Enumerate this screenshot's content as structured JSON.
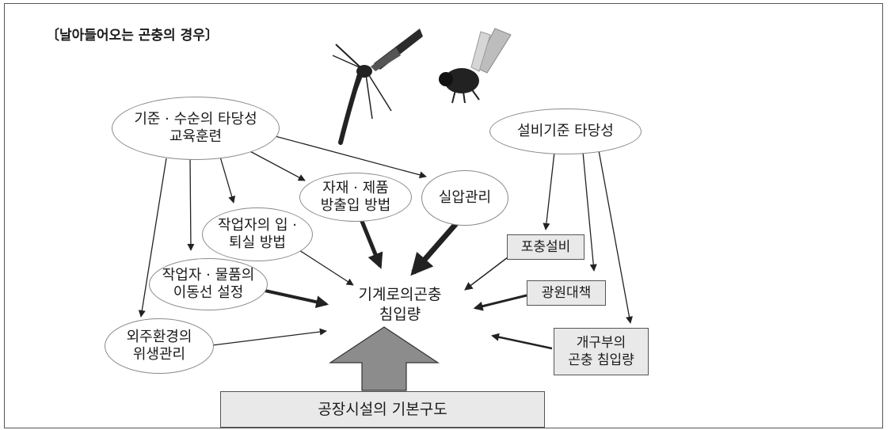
{
  "title": "〔날아들어오는 곤충의 경우〕",
  "nodes": {
    "standards": [
      "기준 · 수순의 타당성",
      "교육훈련"
    ],
    "facility_standards": "설비기준 타당성",
    "material_route": [
      "자재 · 제품",
      "방출입 방법"
    ],
    "room_pressure": "실압관리",
    "worker_entry": [
      "작업자의 입 ·",
      "퇴실 방법"
    ],
    "worker_flow": [
      "작업자 · 물품의",
      "이동선 설정"
    ],
    "exterior_hygiene": [
      "외주환경의",
      "위생관리"
    ],
    "center": [
      "기계로의곤충",
      "침입량"
    ],
    "trap_equipment": "포충설비",
    "light_source": "광원대책",
    "opening": [
      "개구부의",
      "곤충 침입량"
    ],
    "base_structure": "공장시설의 기본구도"
  }
}
